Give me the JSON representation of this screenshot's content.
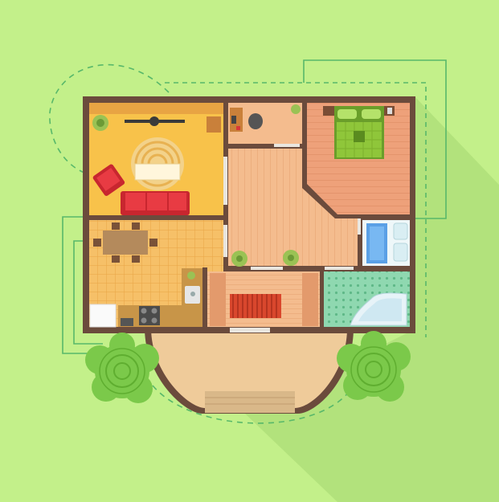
{
  "scene": {
    "kind": "floor-plan-illustration",
    "rooms": [
      {
        "name": "living-room",
        "floor": "yellow"
      },
      {
        "name": "office",
        "floor": "wood"
      },
      {
        "name": "bedroom",
        "floor": "wood"
      },
      {
        "name": "hallway",
        "floor": "wood"
      },
      {
        "name": "dining-kitchen",
        "floor": "tile"
      },
      {
        "name": "entrance-hall",
        "floor": "wood"
      },
      {
        "name": "toilet",
        "floor": "white"
      },
      {
        "name": "bathroom",
        "floor": "green-tile"
      },
      {
        "name": "porch",
        "floor": "beige"
      }
    ],
    "colors": {
      "background": "#c3f08a",
      "wall": "#6b4b3c",
      "living_floor": "#f8c24a",
      "wood_floor": "#f4bc8e",
      "bedroom_floor": "#eea17a",
      "tile_floor": "#f6c068",
      "bath_floor": "#8fd8b0",
      "porch": "#efcb9a",
      "bush": "#7bc94a",
      "sofa": "#e83b43",
      "bed": "#8fc63a"
    }
  }
}
